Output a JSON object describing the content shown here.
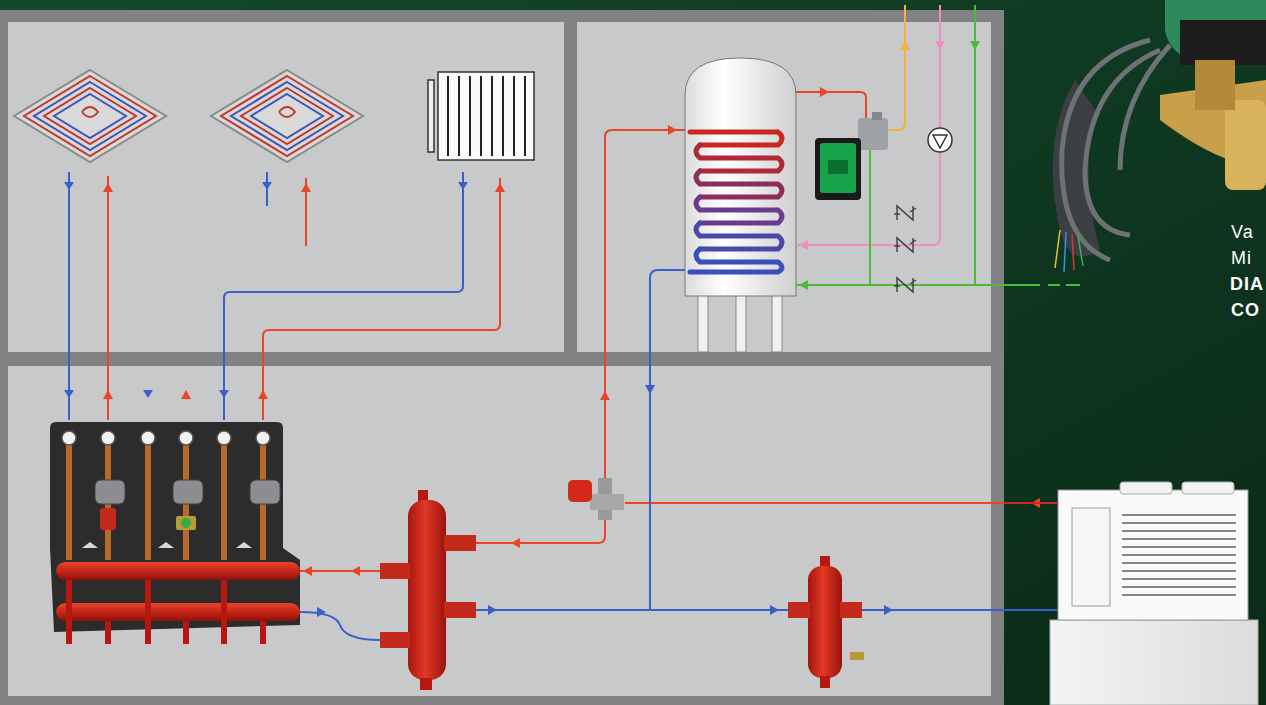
{
  "diagram": {
    "labels": [
      "Va",
      "Mi",
      "DIA",
      "CO"
    ]
  }
}
